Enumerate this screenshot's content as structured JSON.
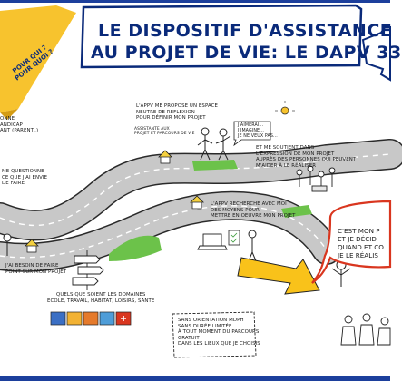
{
  "title": {
    "line1": "LE DISPOSITIF D'ASSISTANCE",
    "line2": "AU PROJET DE VIE: LE DAPV 33"
  },
  "corner_banner": "POUR QUI ?\nPOUR QUOI ?",
  "texts": {
    "person": "ONNE\nANDICAP\nANT (PARENT..)",
    "question": "ME QUESTIONNE\nCE QUE J'AI ENVIE\nDE FAIRE",
    "need": "J'AI BESOIN DE FAIRE\nPOINT SUR MON PROJET",
    "domains": "QUELS QUE SOIENT LES DOMAINES\nECOLE, TRAVAIL, HABITAT, LOISIRS, SANTÉ",
    "apv_space": "L'APPV ME PROPOSE UN ESPACE\nNEUTRE DE RÉFLEXION\nPOUR DÉFINIR MON PROJET",
    "apv_small": "ASSISTANTE AUX\nPROJET ET PARCOURS DE VIE",
    "speech_pair": "J'AIMERAI...\nJ'IMAGINE...\nJE NE VEUX PAS...",
    "support": "ET ME SOUTIENT DANS\nL'EXPRESSION DE MON PROJET\nAUPRÈS DES PERSONNES QUI PEUVENT\nM'AIDER À LE RÉALISER",
    "means": "L'APPV RECHERCHE AVEC MOI\nDES MOYENS POUR\nMETTRE EN OEUVRE MON PROJET",
    "conditions": "SANS ORIENTATION MDPH\nSANS DURÉE LIMITÉE\nÀ TOUT MOMENT DU PARCOURS\nGRATUIT\nDANS LES LIEUX QUE JE CHOISIS",
    "bubble": "C'EST MON P\nET JE DÉCID\nQUAND ET CO\nJE LE RÉALIS"
  },
  "colors": {
    "title_blue": "#0a2a7a",
    "border_blue": "#1c3f9c",
    "banner_yellow": "#f7c32e",
    "arrow_yellow": "#f9c21a",
    "bubble_red": "#d9361f",
    "grass_green": "#6cc24a",
    "road_grey": "#bfbfbf"
  }
}
